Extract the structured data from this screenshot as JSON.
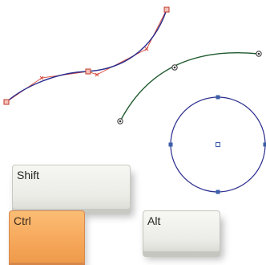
{
  "keys": {
    "shift": "Shift",
    "ctrl": "Ctrl",
    "alt": "Alt"
  },
  "colors": {
    "curve_blue": "#2b2d8e",
    "curve_green": "#1e5a2e",
    "control_line_red": "#d94a3a",
    "handle_blue": "#3b5ea8",
    "ctrl_key_orange": "#f6a75a",
    "key_grey": "#ecece7"
  },
  "icons": {
    "anchor_point": "square-anchor-icon",
    "control_handle": "x-handle-icon",
    "smooth_node": "diamond-node-icon",
    "circle_handle": "square-handle-icon"
  }
}
